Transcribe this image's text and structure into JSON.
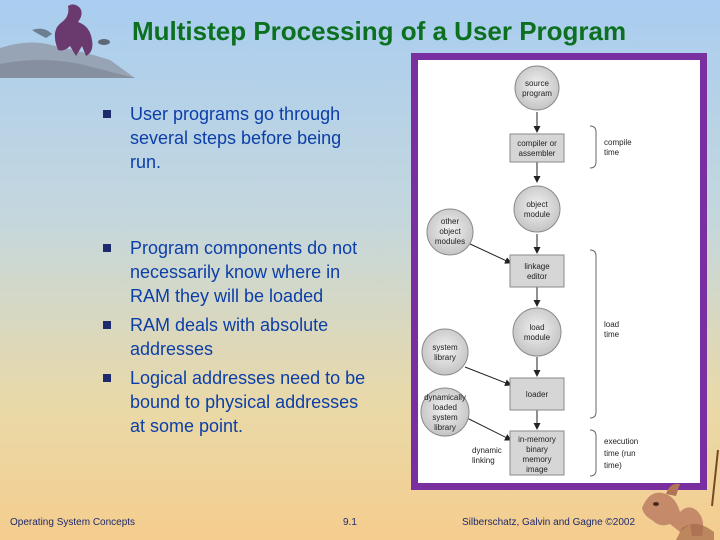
{
  "slide": {
    "title": "Multistep Processing of a User Program",
    "bullets": [
      [
        "User programs go through",
        "several steps before being",
        "run."
      ],
      [
        "Program components do not",
        "necessarily know where in",
        "RAM they will be loaded"
      ],
      [
        "RAM deals with absolute",
        "addresses"
      ],
      [
        "Logical addresses need to be",
        "bound to physical addresses",
        "at some point."
      ]
    ]
  },
  "diagram": {
    "nodes": {
      "source_program": [
        "source",
        "program"
      ],
      "compiler": [
        "compiler or",
        "assembler"
      ],
      "object_module": [
        "object",
        "module"
      ],
      "other_object_modules": [
        "other",
        "object",
        "modules"
      ],
      "linkage_editor": [
        "linkage",
        "editor"
      ],
      "load_module": [
        "load",
        "module"
      ],
      "system_library": [
        "system",
        "library"
      ],
      "loader": [
        "loader"
      ],
      "dynamically_loaded_library": [
        "dynamically",
        "loaded",
        "system",
        "library"
      ],
      "in_memory_image": [
        "in-memory",
        "binary",
        "memory",
        "image"
      ]
    },
    "edge_labels": {
      "dynamic_linking": [
        "dynamic",
        "linking"
      ]
    },
    "phases": {
      "compile_time": [
        "compile",
        "time"
      ],
      "load_time": [
        "load",
        "time"
      ],
      "execution_time": [
        "execution",
        "time  (run",
        "time)"
      ]
    },
    "colors": {
      "frame": "#7a2fa1",
      "box_fill": "#d6d6d6",
      "box_stroke": "#8a8a8a",
      "arrow": "#222222",
      "title": "#0c7020",
      "bullet_text": "#0c3ea8"
    }
  },
  "footer": {
    "left": "Operating System Concepts",
    "center": "9.1",
    "right": "Silberschatz, Galvin and  Gagne ©2002"
  },
  "decorations": {
    "top_left": "dinosaur-illustration",
    "bottom_right": "dinosaur-illustration"
  }
}
